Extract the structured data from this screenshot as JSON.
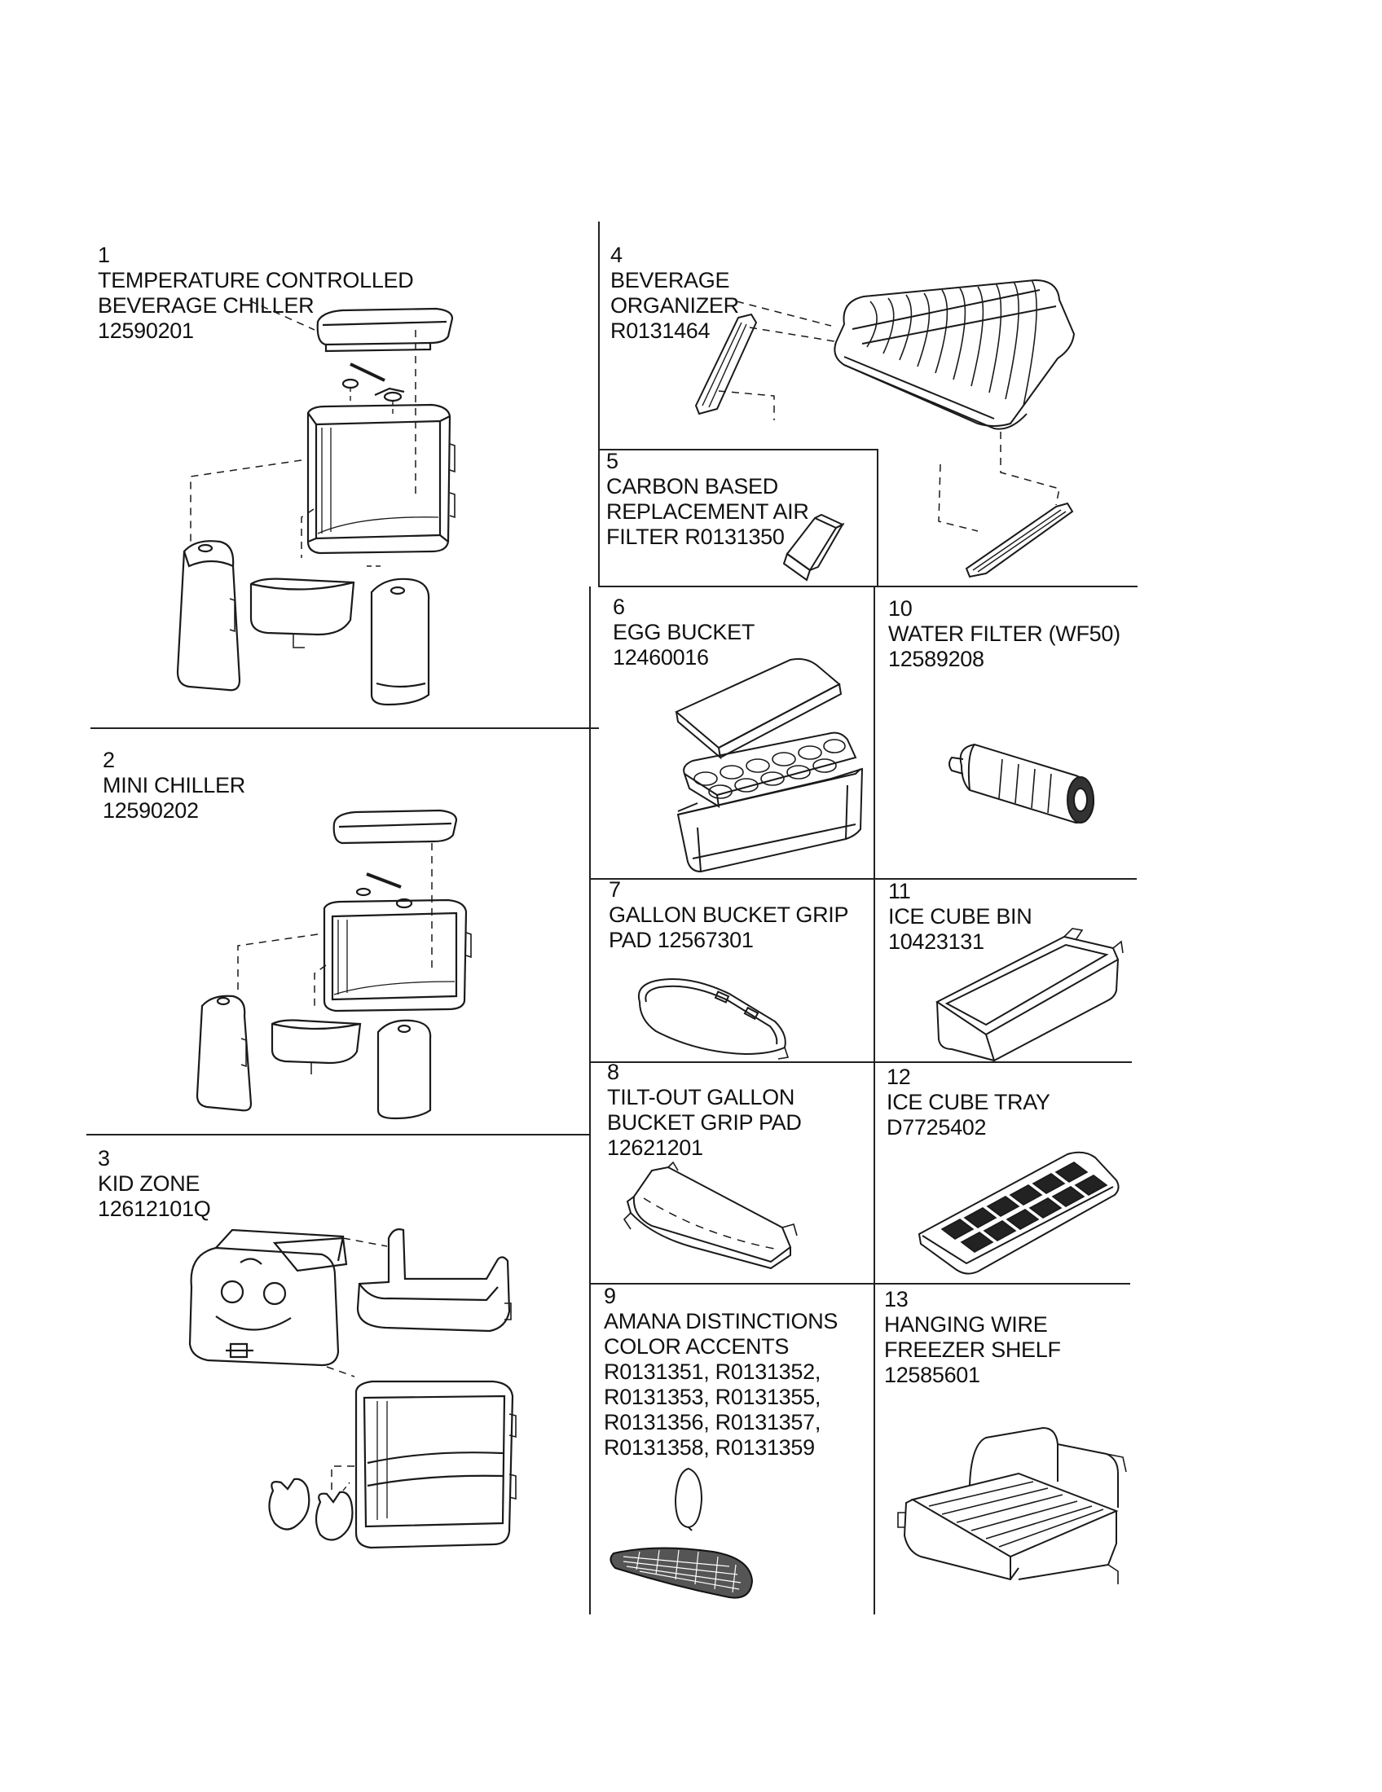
{
  "parts": [
    {
      "num": "1",
      "name_lines": [
        "TEMPERATURE CONTROLLED",
        "BEVERAGE CHILLER"
      ],
      "part_number": "12590201",
      "icon": "beverage-chiller-icon"
    },
    {
      "num": "2",
      "name_lines": [
        "MINI CHILLER"
      ],
      "part_number": "12590202",
      "icon": "mini-chiller-icon"
    },
    {
      "num": "3",
      "name_lines": [
        "KID ZONE"
      ],
      "part_number": "12612101Q",
      "icon": "kid-zone-icon"
    },
    {
      "num": "4",
      "name_lines": [
        "BEVERAGE",
        "ORGANIZER"
      ],
      "part_number": "R0131464",
      "icon": "beverage-organizer-icon"
    },
    {
      "num": "5",
      "name_lines": [
        "CARBON BASED",
        "REPLACEMENT AIR",
        "FILTER R0131350"
      ],
      "part_number": "",
      "icon": "air-filter-icon"
    },
    {
      "num": "6",
      "name_lines": [
        "EGG BUCKET"
      ],
      "part_number": "12460016",
      "icon": "egg-bucket-icon"
    },
    {
      "num": "7",
      "name_lines": [
        "GALLON BUCKET GRIP",
        "PAD 12567301"
      ],
      "part_number": "",
      "icon": "grip-pad-icon"
    },
    {
      "num": "8",
      "name_lines": [
        "TILT-OUT GALLON",
        "BUCKET GRIP PAD"
      ],
      "part_number": "12621201",
      "icon": "tilt-out-grip-pad-icon"
    },
    {
      "num": "9",
      "name_lines": [
        "AMANA DISTINCTIONS",
        "COLOR ACCENTS",
        "R0131351, R0131352,",
        "R0131353, R0131355,",
        "R0131356, R0131357,",
        "R0131358, R0131359"
      ],
      "part_number": "",
      "icon": "color-accents-icon"
    },
    {
      "num": "10",
      "name_lines": [
        "WATER FILTER (WF50)"
      ],
      "part_number": "12589208",
      "icon": "water-filter-icon"
    },
    {
      "num": "11",
      "name_lines": [
        "ICE CUBE BIN"
      ],
      "part_number": "10423131",
      "icon": "ice-cube-bin-icon"
    },
    {
      "num": "12",
      "name_lines": [
        "ICE CUBE TRAY"
      ],
      "part_number": "D7725402",
      "icon": "ice-cube-tray-icon"
    },
    {
      "num": "13",
      "name_lines": [
        "HANGING WIRE",
        "FREEZER SHELF"
      ],
      "part_number": "12585601",
      "icon": "wire-shelf-icon"
    }
  ]
}
